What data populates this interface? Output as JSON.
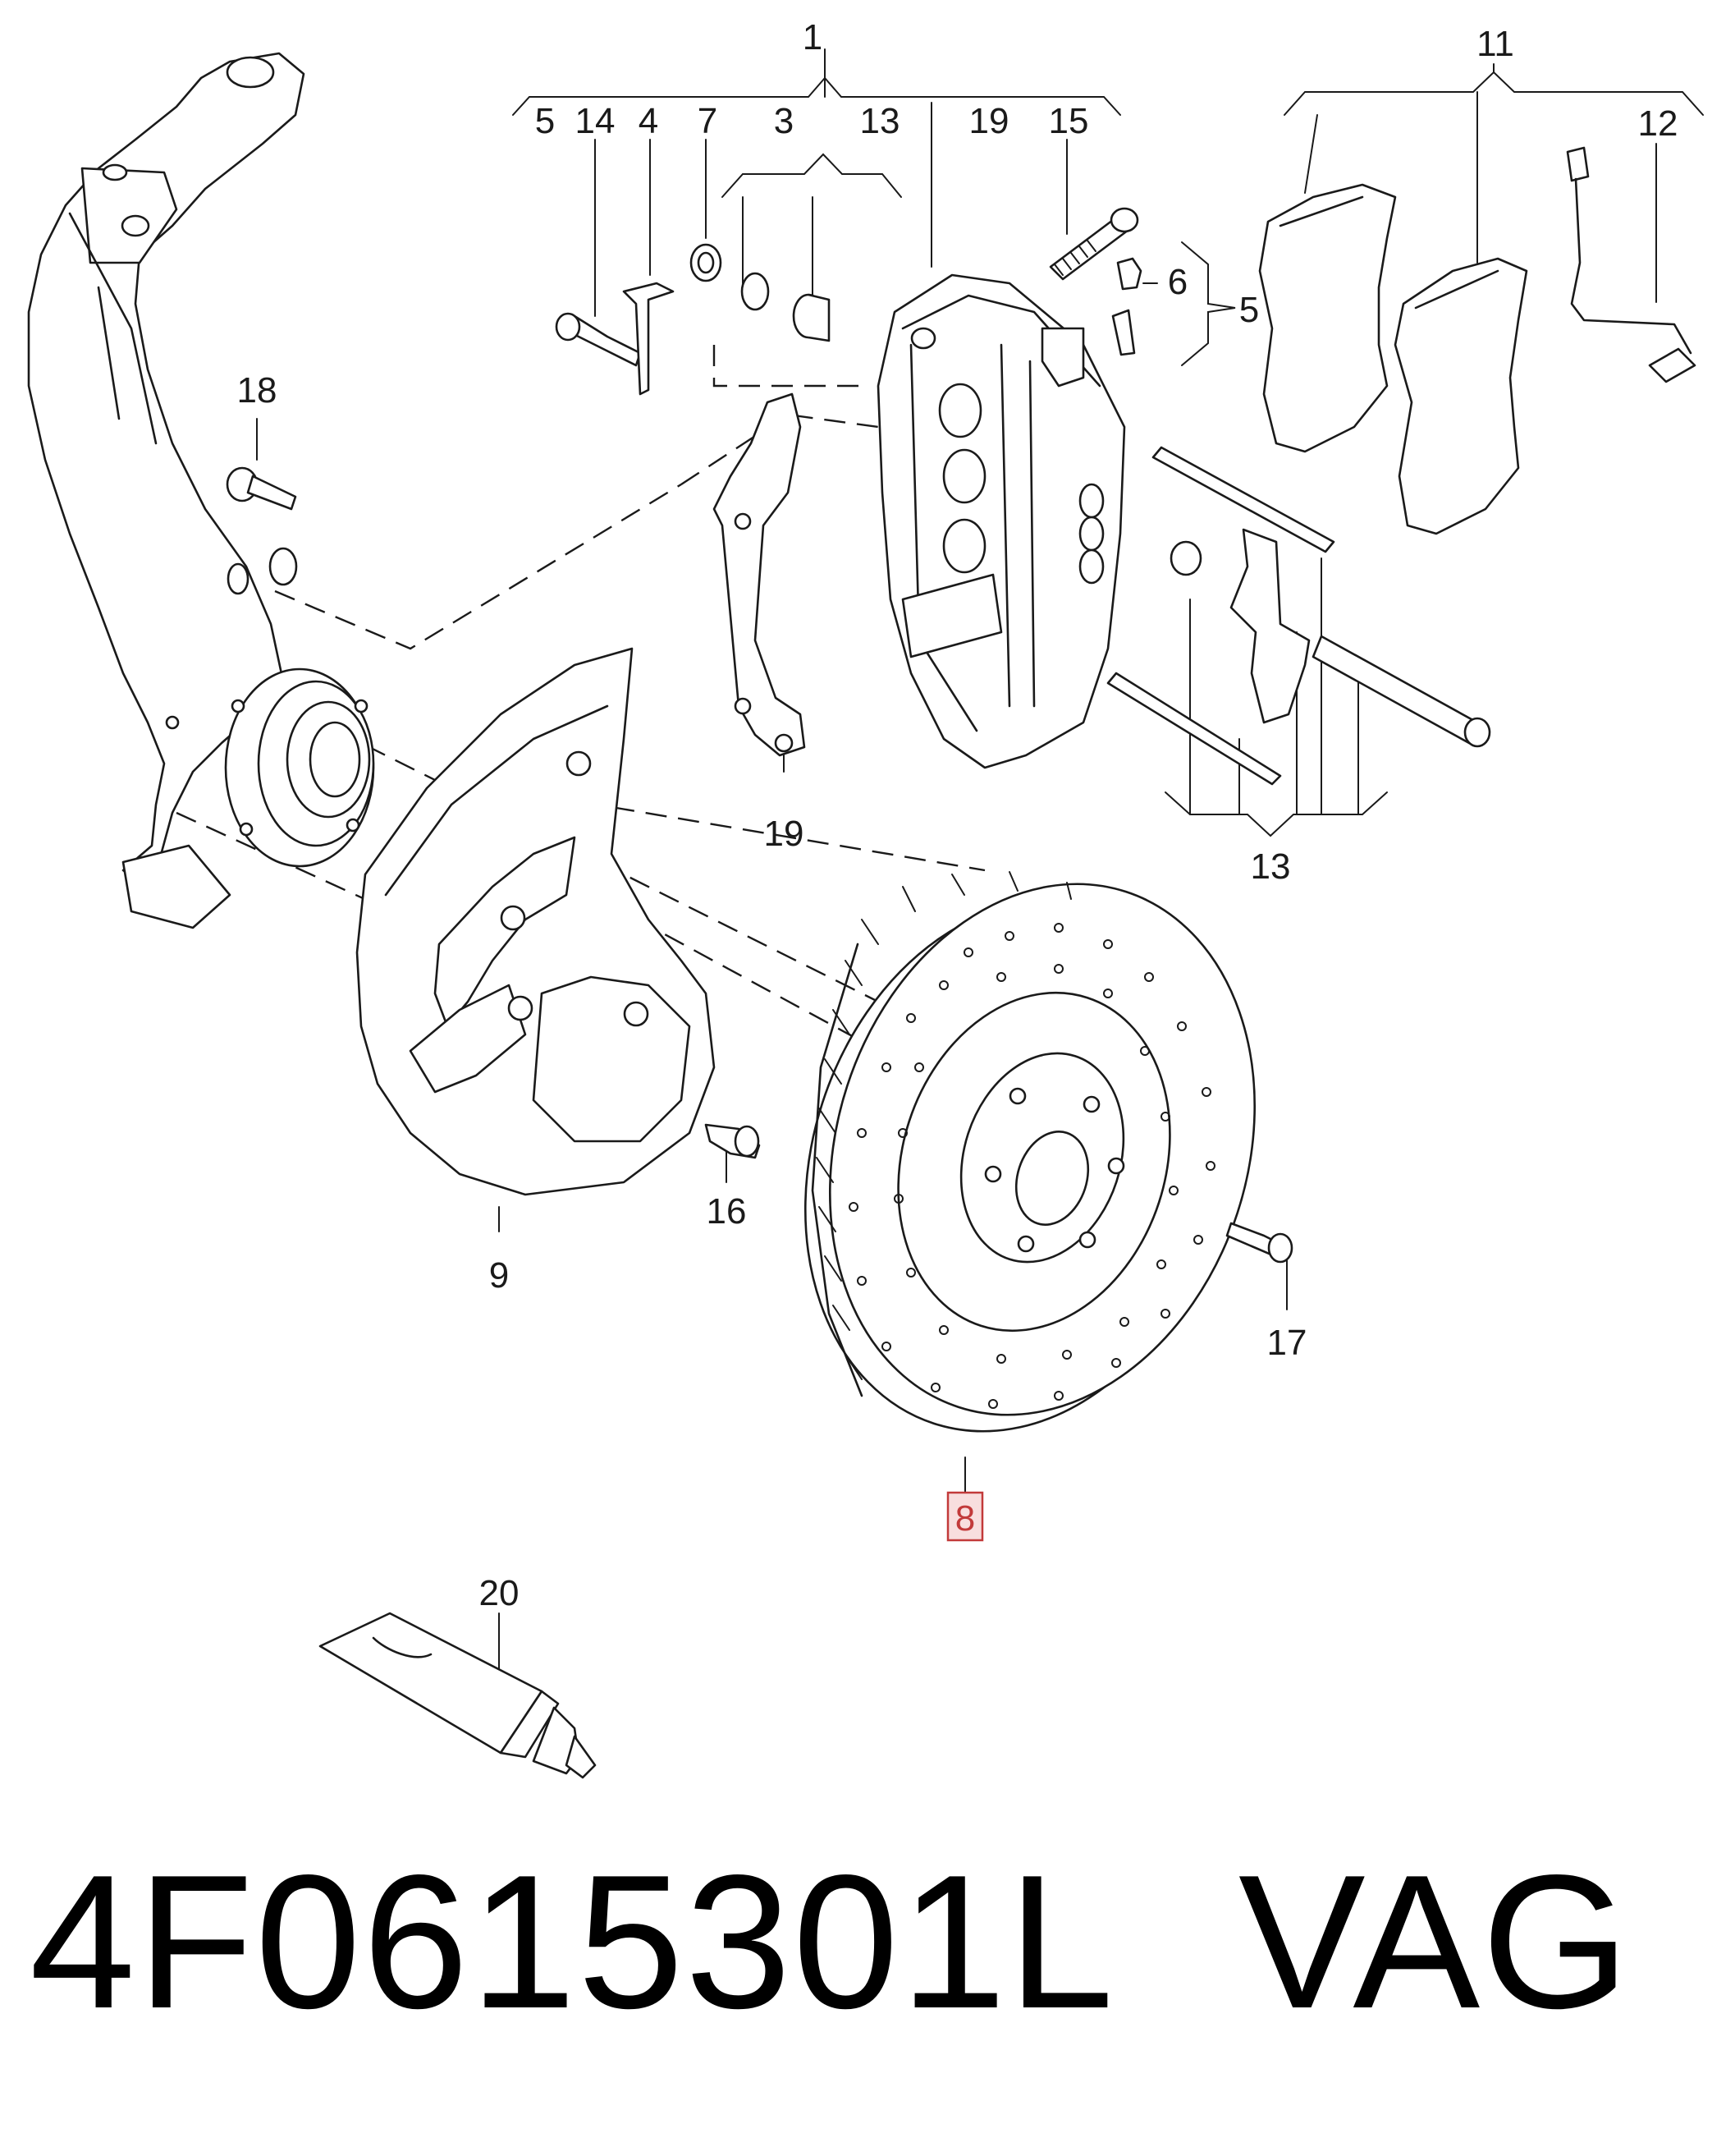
{
  "callouts": [
    {
      "id": "1",
      "label": "1"
    },
    {
      "id": "2",
      "label": "5"
    },
    {
      "id": "3",
      "label": "14"
    },
    {
      "id": "4",
      "label": "4"
    },
    {
      "id": "5",
      "label": "7"
    },
    {
      "id": "6",
      "label": "3"
    },
    {
      "id": "7",
      "label": "13"
    },
    {
      "id": "8",
      "label": "19"
    },
    {
      "id": "9",
      "label": "15"
    },
    {
      "id": "10",
      "label": "6"
    },
    {
      "id": "11",
      "label": "5"
    },
    {
      "id": "12",
      "label": "11"
    },
    {
      "id": "13",
      "label": "12"
    },
    {
      "id": "14",
      "label": "18"
    },
    {
      "id": "15",
      "label": "19"
    },
    {
      "id": "16",
      "label": "13"
    },
    {
      "id": "17",
      "label": "16"
    },
    {
      "id": "18",
      "label": "9"
    },
    {
      "id": "19",
      "label": "17"
    },
    {
      "id": "20",
      "label": "20"
    }
  ],
  "highlighted_callout": {
    "label": "8",
    "highlight_color": "#c23a3a",
    "highlight_fill": "#f8dede"
  },
  "caption": {
    "part_number": "4F0615301L",
    "brand": "VAG"
  }
}
